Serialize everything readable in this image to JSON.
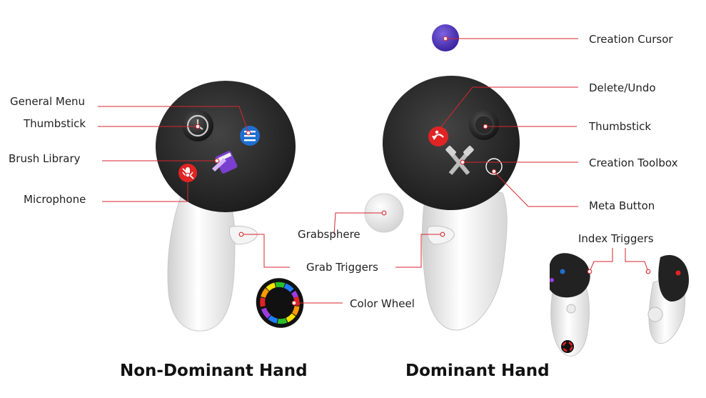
{
  "labels": {
    "general_menu": "General Menu",
    "thumbstick_left": "Thumbstick",
    "brush_library": "Brush Library",
    "microphone": "Microphone",
    "grabsphere": "Grabsphere",
    "grab_triggers": "Grab Triggers",
    "color_wheel": "Color Wheel",
    "creation_cursor": "Creation Cursor",
    "delete_undo": "Delete/Undo",
    "thumbstick_right": "Thumbstick",
    "creation_toolbox": "Creation Toolbox",
    "meta_button": "Meta Button",
    "index_triggers": "Index Triggers"
  },
  "titles": {
    "non_dominant": "Non-Dominant Hand",
    "dominant": "Dominant Hand"
  },
  "colors": {
    "leader_line": "#d8262b",
    "controller_face": "#2e2e2e",
    "controller_body": "#ededed",
    "cursor": "#5a3fc0",
    "button_blue": "#1f6fd0",
    "button_red": "#e02424"
  },
  "icons": [
    "history-icon",
    "menu-list-icon",
    "brush-library-icon",
    "microphone-muted-icon",
    "undo-icon",
    "tools-icon",
    "color-wheel-icon"
  ]
}
